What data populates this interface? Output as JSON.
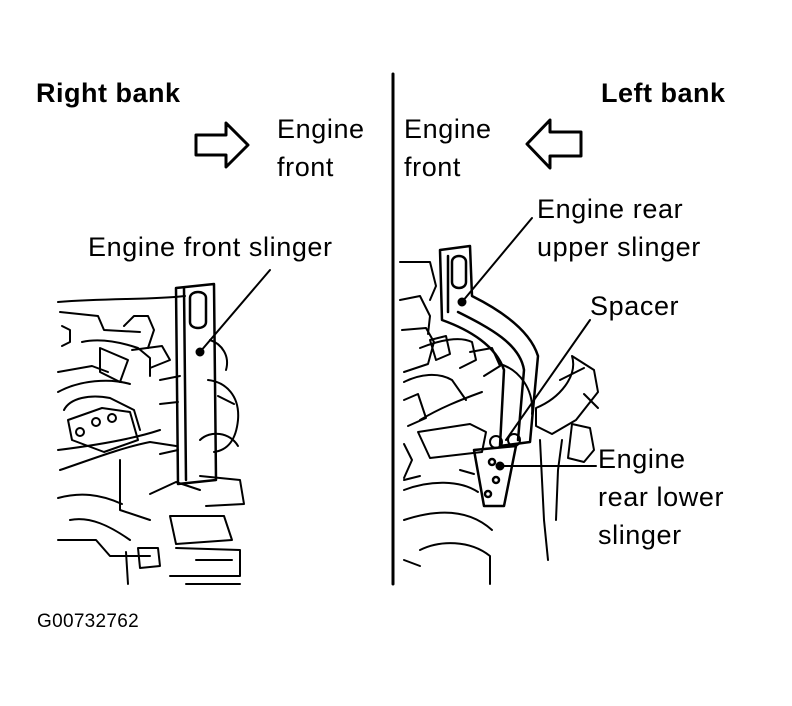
{
  "panels": {
    "right": {
      "title": "Right bank",
      "direction": {
        "line1": "Engine",
        "line2": "front"
      },
      "callouts": [
        {
          "id": "front-slinger",
          "text": "Engine front slinger"
        }
      ]
    },
    "left": {
      "title": "Left bank",
      "direction": {
        "line1": "Engine",
        "line2": "front"
      },
      "callouts": [
        {
          "id": "rear-upper-slinger",
          "line1": "Engine rear",
          "line2": "upper slinger"
        },
        {
          "id": "spacer",
          "text": "Spacer"
        },
        {
          "id": "rear-lower-slinger",
          "line1": "Engine",
          "line2": "rear lower",
          "line3": "slinger"
        }
      ]
    }
  },
  "figure_code": "G00732762",
  "colors": {
    "ink": "#000000",
    "paper": "#ffffff"
  },
  "icons": {
    "right_arrow": "hollow-right-arrow-icon",
    "left_arrow": "hollow-left-arrow-icon"
  }
}
